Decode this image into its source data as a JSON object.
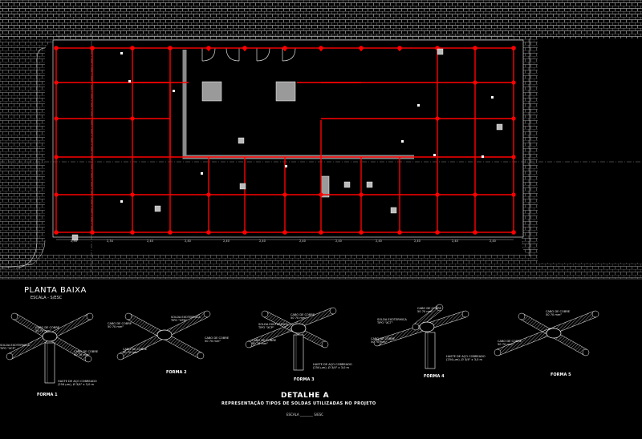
{
  "plan": {
    "title": "PLANTA BAIXA",
    "scale": "ESCALA - S/ESC",
    "bottom_dimensions": [
      "2,34",
      "2,34",
      "2,40",
      "2,40",
      "2,40",
      "2,40",
      "2,40",
      "2,40",
      "2,40",
      "2,40",
      "2,40",
      "2,40"
    ]
  },
  "detail": {
    "title": "DETALHE A",
    "subtitle": "REPRESENTAÇÃO TIPOS DE SOLDAS UTILIZADAS NO PROJETO",
    "scale": "ESCALA ________ S/ESC",
    "forms": [
      {
        "label": "FORMA 1",
        "notes": [
          "CABO DE COBRE",
          "50 70 mm²",
          "SOLDA EXOTERMICA",
          "TIPO \"XCP\"",
          "CABO DE COBRE",
          "50 70 mm²",
          "HASTE DE AÇO COBREADO",
          "(254 µm), Ø 3/4\" x 3,0 m"
        ]
      },
      {
        "label": "FORMA 2",
        "notes": [
          "CABO DE COBRE",
          "50 70 mm²",
          "SOLDA EXOTERMICA",
          "TIPO \"XPH\"",
          "CABO DE COBRE",
          "50 70 mm²",
          "CABO DE COBRE",
          "50 70 mm²"
        ]
      },
      {
        "label": "FORMA 3",
        "notes": [
          "CABO DE COBRE",
          "50 70 mm²",
          "SOLDA EXOTERMICA",
          "TIPO \"XCP\"",
          "CABO DE COBRE",
          "50 70 mm²",
          "HASTE DE AÇO COBREADO",
          "(254 µm), Ø 3/4\" x 3,0 m"
        ]
      },
      {
        "label": "FORMA 4",
        "notes": [
          "CABO DE COBRE",
          "50 70 mm²",
          "SOLDA EXOTERMICA",
          "TIPO \"XCT\"",
          "CABO DE COBRE",
          "50 70 mm²",
          "HASTE DE AÇO COBREADO",
          "(254 µm), Ø 3/4\" x 3,0 m"
        ]
      },
      {
        "label": "FORMA 5",
        "notes": [
          "CABO DE COBRE",
          "50 70 mm²",
          "CABO DE COBRE",
          "50 70 mm²"
        ]
      }
    ]
  },
  "colors": {
    "grid": "#ff0000",
    "hatch": "#b5b5b5",
    "background": "#000000",
    "text": "#ffffff"
  }
}
